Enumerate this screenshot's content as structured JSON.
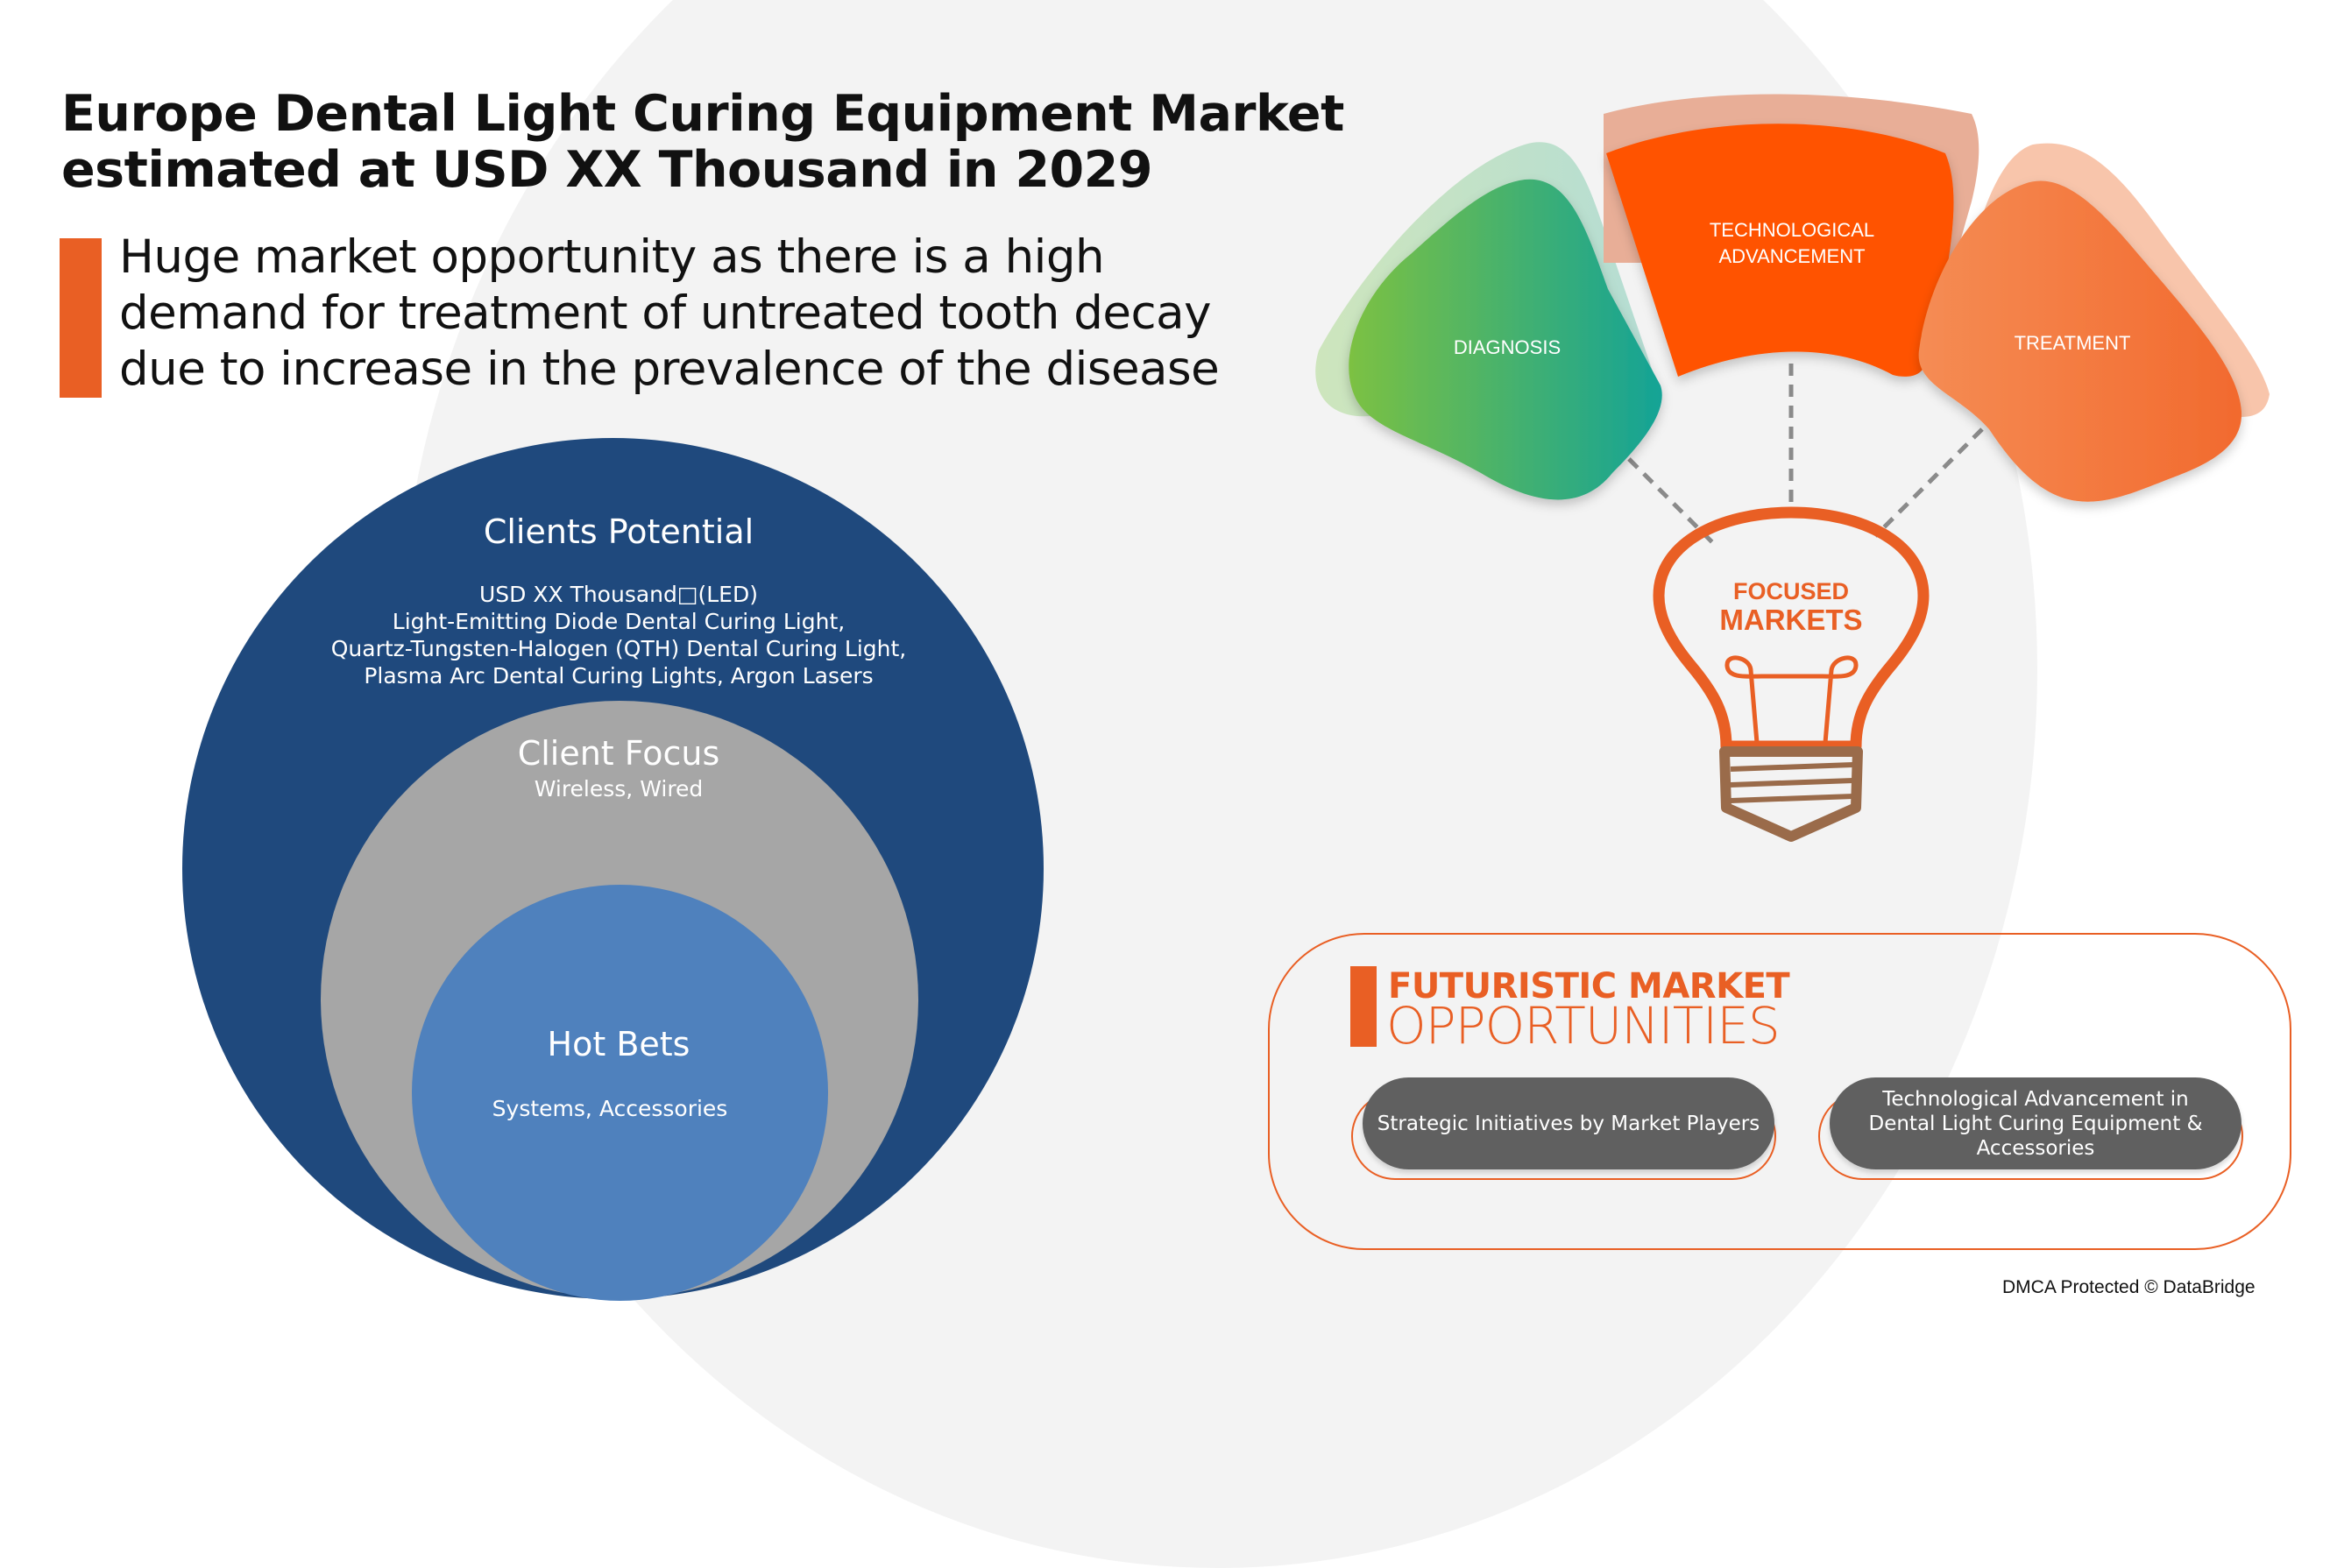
{
  "header": {
    "title_line1": "Europe Dental Light Curing Equipment Market",
    "title_line2": "estimated at USD  XX Thousand in 2029",
    "subtitle_line1": "Huge market opportunity as there is a high",
    "subtitle_line2": "demand for treatment of untreated tooth decay",
    "subtitle_line3": "due to increase in the prevalence of the disease"
  },
  "circles": {
    "clients_potential": {
      "title": "Clients Potential",
      "line1": "USD XX Thousand□(LED)",
      "line2": "Light-Emitting Diode Dental Curing Light,",
      "line3": "Quartz-Tungsten-Halogen (QTH) Dental Curing Light,",
      "line4": "Plasma Arc Dental Curing Lights, Argon Lasers",
      "color": "#1f497d"
    },
    "client_focus": {
      "title": "Client Focus",
      "desc": "Wireless, Wired",
      "color": "#a6a6a6"
    },
    "hot_bets": {
      "title": "Hot Bets",
      "desc": "Systems, Accessories",
      "color": "#4f81bd"
    }
  },
  "petals": {
    "diagnosis": {
      "label": "DIAGNOSIS"
    },
    "technological": {
      "line1": "TECHNOLOGICAL",
      "line2": "ADVANCEMENT"
    },
    "treatment": {
      "label": "TREATMENT"
    }
  },
  "bulb": {
    "line1": "FOCUSED",
    "line2": "MARKETS",
    "icon": "lightbulb-icon"
  },
  "opportunities": {
    "title_line1": "FUTURISTIC MARKET",
    "title_line2": "OPPORTUNITIES",
    "items": [
      {
        "label": "Strategic Initiatives by Market Players"
      },
      {
        "label": "Technological Advancement in Dental Light Curing Equipment & Accessories"
      }
    ]
  },
  "footer": {
    "text": "DMCA Protected © DataBridge"
  },
  "colors": {
    "accent_orange": "#e95f24",
    "tech_orange": "#ff5200",
    "treatment_orange": "#f47a3c",
    "diagnosis_green": "#7cc142",
    "diagnosis_teal": "#14a396",
    "dark_blue": "#1f497d",
    "gray": "#a6a6a6",
    "mid_blue": "#4f81bd",
    "pill_gray": "#606060",
    "bulb_base_brown": "#9a6b4a"
  }
}
